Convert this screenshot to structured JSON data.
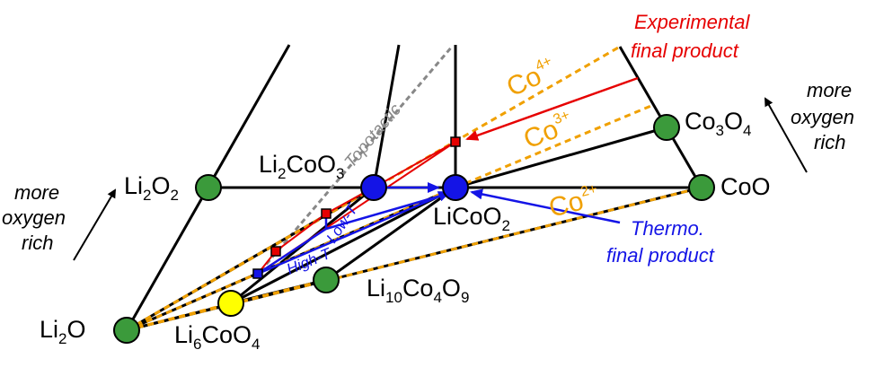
{
  "diagram": {
    "nodes": {
      "li2o": {
        "main": "Li",
        "sub": "2",
        "tail": "O",
        "color": "#3b9a3b"
      },
      "li2o2": {
        "main": "Li",
        "sub": "2",
        "tail": "O",
        "sub2": "2",
        "color": "#3b9a3b"
      },
      "li2coo3": {
        "a": "Li",
        "sub": "2",
        "b": "CoO",
        "sub2": "3",
        "color": "#1414e6"
      },
      "licoo2": {
        "a": "LiCoO",
        "sub": "2",
        "color": "#1414e6"
      },
      "co3o4": {
        "a": "Co",
        "sub": "3",
        "b": "O",
        "sub2": "4",
        "color": "#3b9a3b"
      },
      "coo": {
        "a": "CoO",
        "color": "#3b9a3b"
      },
      "li10co4o9": {
        "a": "Li",
        "sub": "10",
        "b": "Co",
        "sub2": "4",
        "c": "O",
        "sub3": "9",
        "color": "#3b9a3b"
      },
      "li6coo4": {
        "a": "Li",
        "sub": "6",
        "b": "CoO",
        "sub2": "4",
        "color": "#ffff00"
      }
    },
    "annotations": {
      "more_left": [
        "more",
        "oxygen",
        "rich"
      ],
      "more_right": [
        "more",
        "oxygen",
        "rich"
      ],
      "experimental": [
        "Experimental",
        "final product"
      ],
      "thermo": [
        "Thermo.",
        "final product"
      ],
      "topotactic": "Topotactic",
      "low_t": "Low-T",
      "high_t": "High-T"
    },
    "oxidation_states": {
      "co4": {
        "base": "Co",
        "sup": "4+"
      },
      "co3": {
        "base": "Co",
        "sup": "3+"
      },
      "co2": {
        "base": "Co",
        "sup": "2+"
      }
    },
    "colors": {
      "experimental": "#e60000",
      "thermo": "#1414e6",
      "oxidation": "#f0a000",
      "topotactic": "#888888",
      "pathway_red": "#e60000",
      "pathway_blue": "#1414e6"
    }
  }
}
